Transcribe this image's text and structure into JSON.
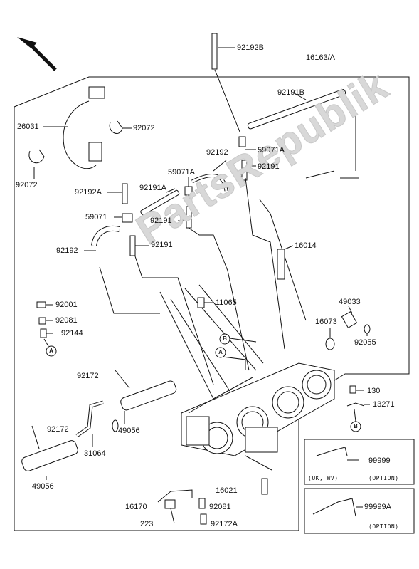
{
  "watermark": "PartsRepublik",
  "parts": {
    "p16163": "16163/A",
    "p92192B": "92192B",
    "p92191B": "92191B",
    "p26031": "26031",
    "p92072a": "92072",
    "p92072b": "92072",
    "p59071A_top": "59071A",
    "p92191_top": "92191",
    "p92192_mid": "92192",
    "p59071A_mid": "59071A",
    "p92192A": "92192A",
    "p92191A": "92191A",
    "p59071": "59071",
    "p92191_m1": "92191",
    "p92192_left": "92192",
    "p92191_m2": "92191",
    "p16014": "16014",
    "p92001": "92001",
    "p92081a": "92081",
    "p92144": "92144",
    "p11065": "11065",
    "p49033": "49033",
    "p16073": "16073",
    "p92055": "92055",
    "p92172a": "92172",
    "p130": "130",
    "p13271": "13271",
    "p92172b": "92172",
    "p49056a": "49056",
    "p31064": "31064",
    "p49056b": "49056",
    "p99999": "99999",
    "p99999A": "99999A",
    "p16021": "16021",
    "p16170": "16170",
    "p92081b": "92081",
    "p223": "223",
    "p92172A": "92172A"
  },
  "callouts": {
    "a": "A",
    "b": "B"
  },
  "options": {
    "opt1_region": "(UK, WV)",
    "opt1_tag": "(OPTION)",
    "opt2_tag": "(OPTION)"
  }
}
